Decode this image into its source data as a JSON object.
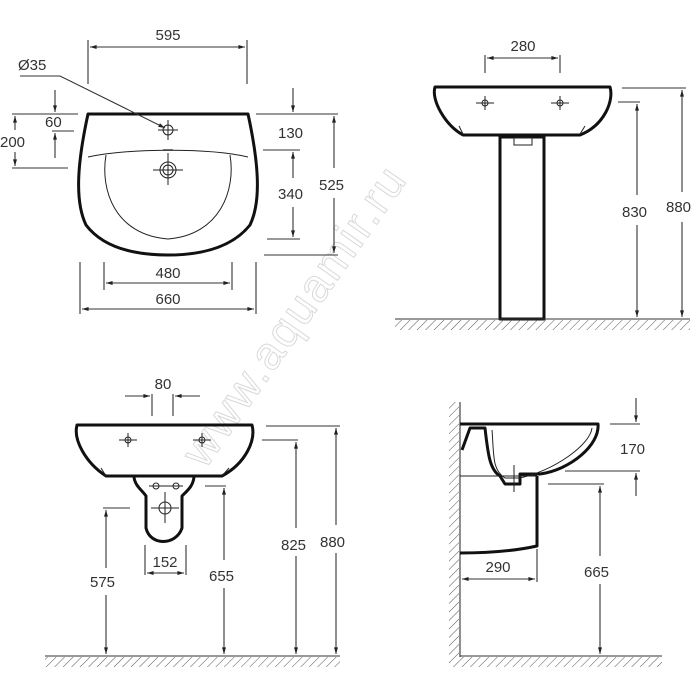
{
  "watermark": "www.aquamir.ru",
  "colors": {
    "line": "#111111",
    "text": "#333333",
    "watermark": "#d9d9d9",
    "background": "#ffffff"
  },
  "views": {
    "top_view": {
      "dimensions": {
        "tap_spacing": "595",
        "tap_hole_diameter": "Ø35",
        "tap_hole_offset": "60",
        "drain_offset": "200",
        "front_rim_depth": "130",
        "bowl_depth": "340",
        "total_depth": "525",
        "bowl_width": "480",
        "total_width": "660"
      }
    },
    "pedestal_front_view": {
      "dimensions": {
        "bracket_spacing": "280",
        "bowl_bottom_height": "830",
        "rim_height": "880"
      }
    },
    "semi_pedestal_front_view": {
      "dimensions": {
        "bolt_spacing": "80",
        "semi_pedestal_width": "152",
        "drain_height": "575",
        "semi_pedestal_top_height": "655",
        "bowl_bottom_height": "825",
        "rim_height": "880"
      }
    },
    "side_view": {
      "dimensions": {
        "rim_to_bowl_bottom": "170",
        "semi_pedestal_depth": "290",
        "semi_pedestal_top_height": "665"
      }
    }
  }
}
